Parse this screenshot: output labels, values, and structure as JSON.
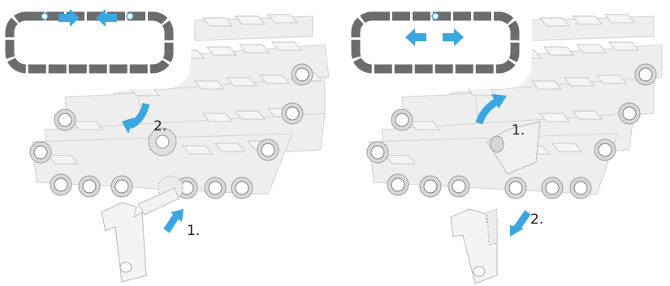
{
  "panels": [
    {
      "id": "left",
      "step_labels": [
        "2.",
        "1."
      ],
      "inset_chain": {
        "arrows": [
          "right",
          "left"
        ]
      }
    },
    {
      "id": "right",
      "step_labels": [
        "1.",
        "2."
      ],
      "inset_chain": {
        "arrows": [
          "left",
          "right"
        ]
      }
    }
  ],
  "colors": {
    "belt_face": "#ededed",
    "belt_edge": "#c9c9c9",
    "belt_roll": "#9a9a9a",
    "chain": "#6c6c6c",
    "arrow": "#3aa7e0"
  }
}
